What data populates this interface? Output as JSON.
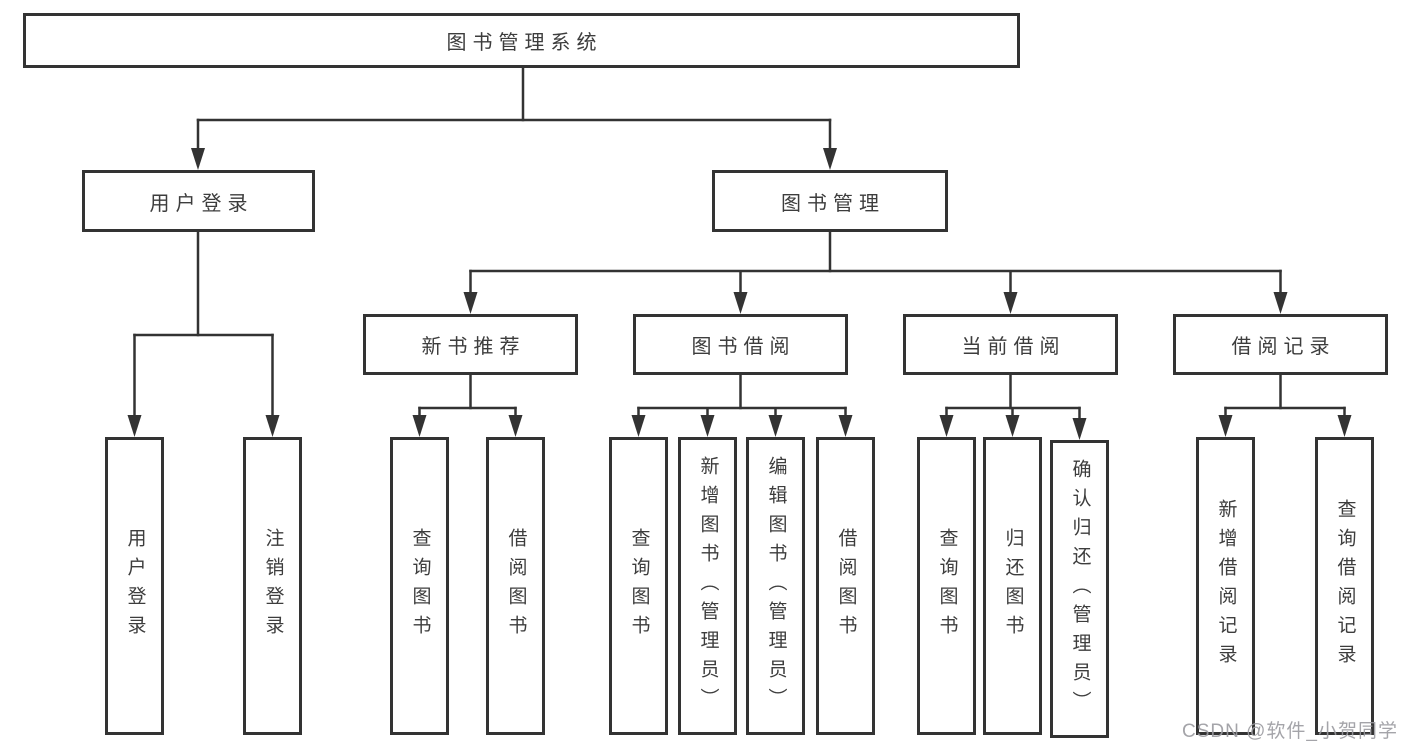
{
  "nodes": {
    "root": "图书管理系统",
    "user_login": "用户登录",
    "book_mgmt": "图书管理",
    "new_book_rec": "新书推荐",
    "book_borrow": "图书借阅",
    "current_borrow": "当前借阅",
    "borrow_records": "借阅记录",
    "leaf_user_login": "用户登录",
    "leaf_logout": "注销登录",
    "rec_query_books": "查询图书",
    "rec_borrow_books": "借阅图书",
    "bb_query_books": "查询图书",
    "bb_add_books": "新增图书（管理员）",
    "bb_edit_books": "编辑图书（管理员）",
    "bb_borrow_books": "借阅图书",
    "cb_query_books": "查询图书",
    "cb_return_books": "归还图书",
    "cb_confirm_return": "确认归还（管理员）",
    "br_add_record": "新增借阅记录",
    "br_query_record": "查询借阅记录"
  },
  "watermark": "CSDN @软件_小贺同学",
  "colors": {
    "line": "#333333",
    "text": "#3d3d3d",
    "background": "#ffffff",
    "watermark": "#9b9ba0"
  }
}
